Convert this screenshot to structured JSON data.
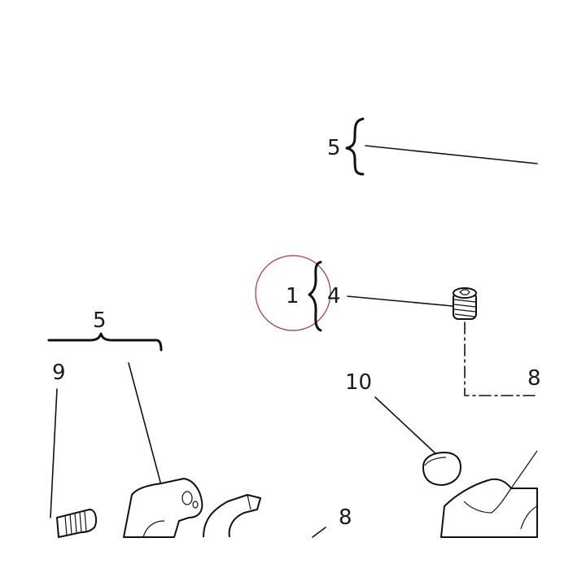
{
  "diagram": {
    "labels": {
      "top_assembly": "5",
      "callout_number": "1",
      "screw": "4",
      "left_assembly": "5",
      "left_pin": "9",
      "cap": "10",
      "right_ref": "8",
      "bottom_ref": "8"
    },
    "colors": {
      "line": "#111111",
      "callout_circle": "#a8324a",
      "background": "#ffffff"
    }
  }
}
